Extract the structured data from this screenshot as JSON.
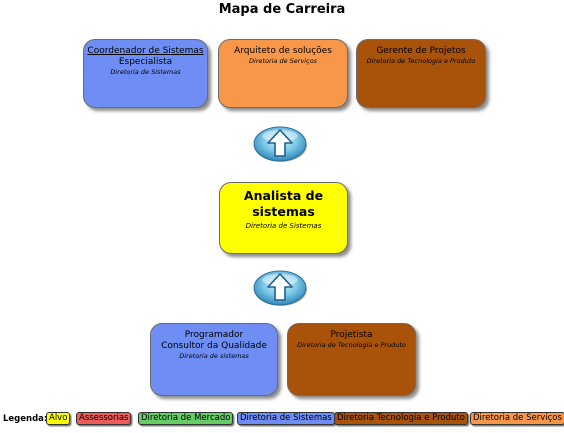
{
  "title": "Mapa de Carreira",
  "colors": {
    "blue": "#6f8ef5",
    "orange": "#f8974a",
    "brown": "#a9530a",
    "yellow": "#ffff00",
    "red": "#ee5b5b",
    "green": "#66cc66"
  },
  "top_boxes": [
    {
      "title_line1": "Coordenador de Sistemas",
      "title_line2": "Especialista",
      "subtitle": "Diretoria de Sistemas"
    },
    {
      "title_line1": "Arquiteto de soluções",
      "subtitle": "Diretoria de Serviços"
    },
    {
      "title_line1": "Gerente de Projetos",
      "subtitle": "Diretoria de Tecnologia e Produto"
    }
  ],
  "center_box": {
    "title_line1": "Analista de",
    "title_line2": "sistemas",
    "subtitle": "Diretoria de Sistemas"
  },
  "bottom_boxes": [
    {
      "title_line1": "Programador",
      "title_line2": "Consultor da Qualidade",
      "subtitle": "Diretoria de sistemas"
    },
    {
      "title_line1": "Projetista",
      "subtitle": "Diretoria de Tecnologia e Produto"
    }
  ],
  "arrows": [
    "up-arrow-icon",
    "up-arrow-icon"
  ],
  "legend": {
    "label": "Legenda:",
    "items": [
      {
        "label": "Alvo",
        "color": "#ffff00"
      },
      {
        "label": "Assessorias",
        "color": "#ee5b5b"
      },
      {
        "label": "Diretoria de Mercado",
        "color": "#66cc66"
      },
      {
        "label": "Diretoria de Sistemas",
        "color": "#6f8ef5"
      },
      {
        "label": "Diretoria Tecnologia e Produto",
        "color": "#a9530a"
      },
      {
        "label": "Diretoria de Serviços",
        "color": "#f8974a"
      }
    ]
  }
}
